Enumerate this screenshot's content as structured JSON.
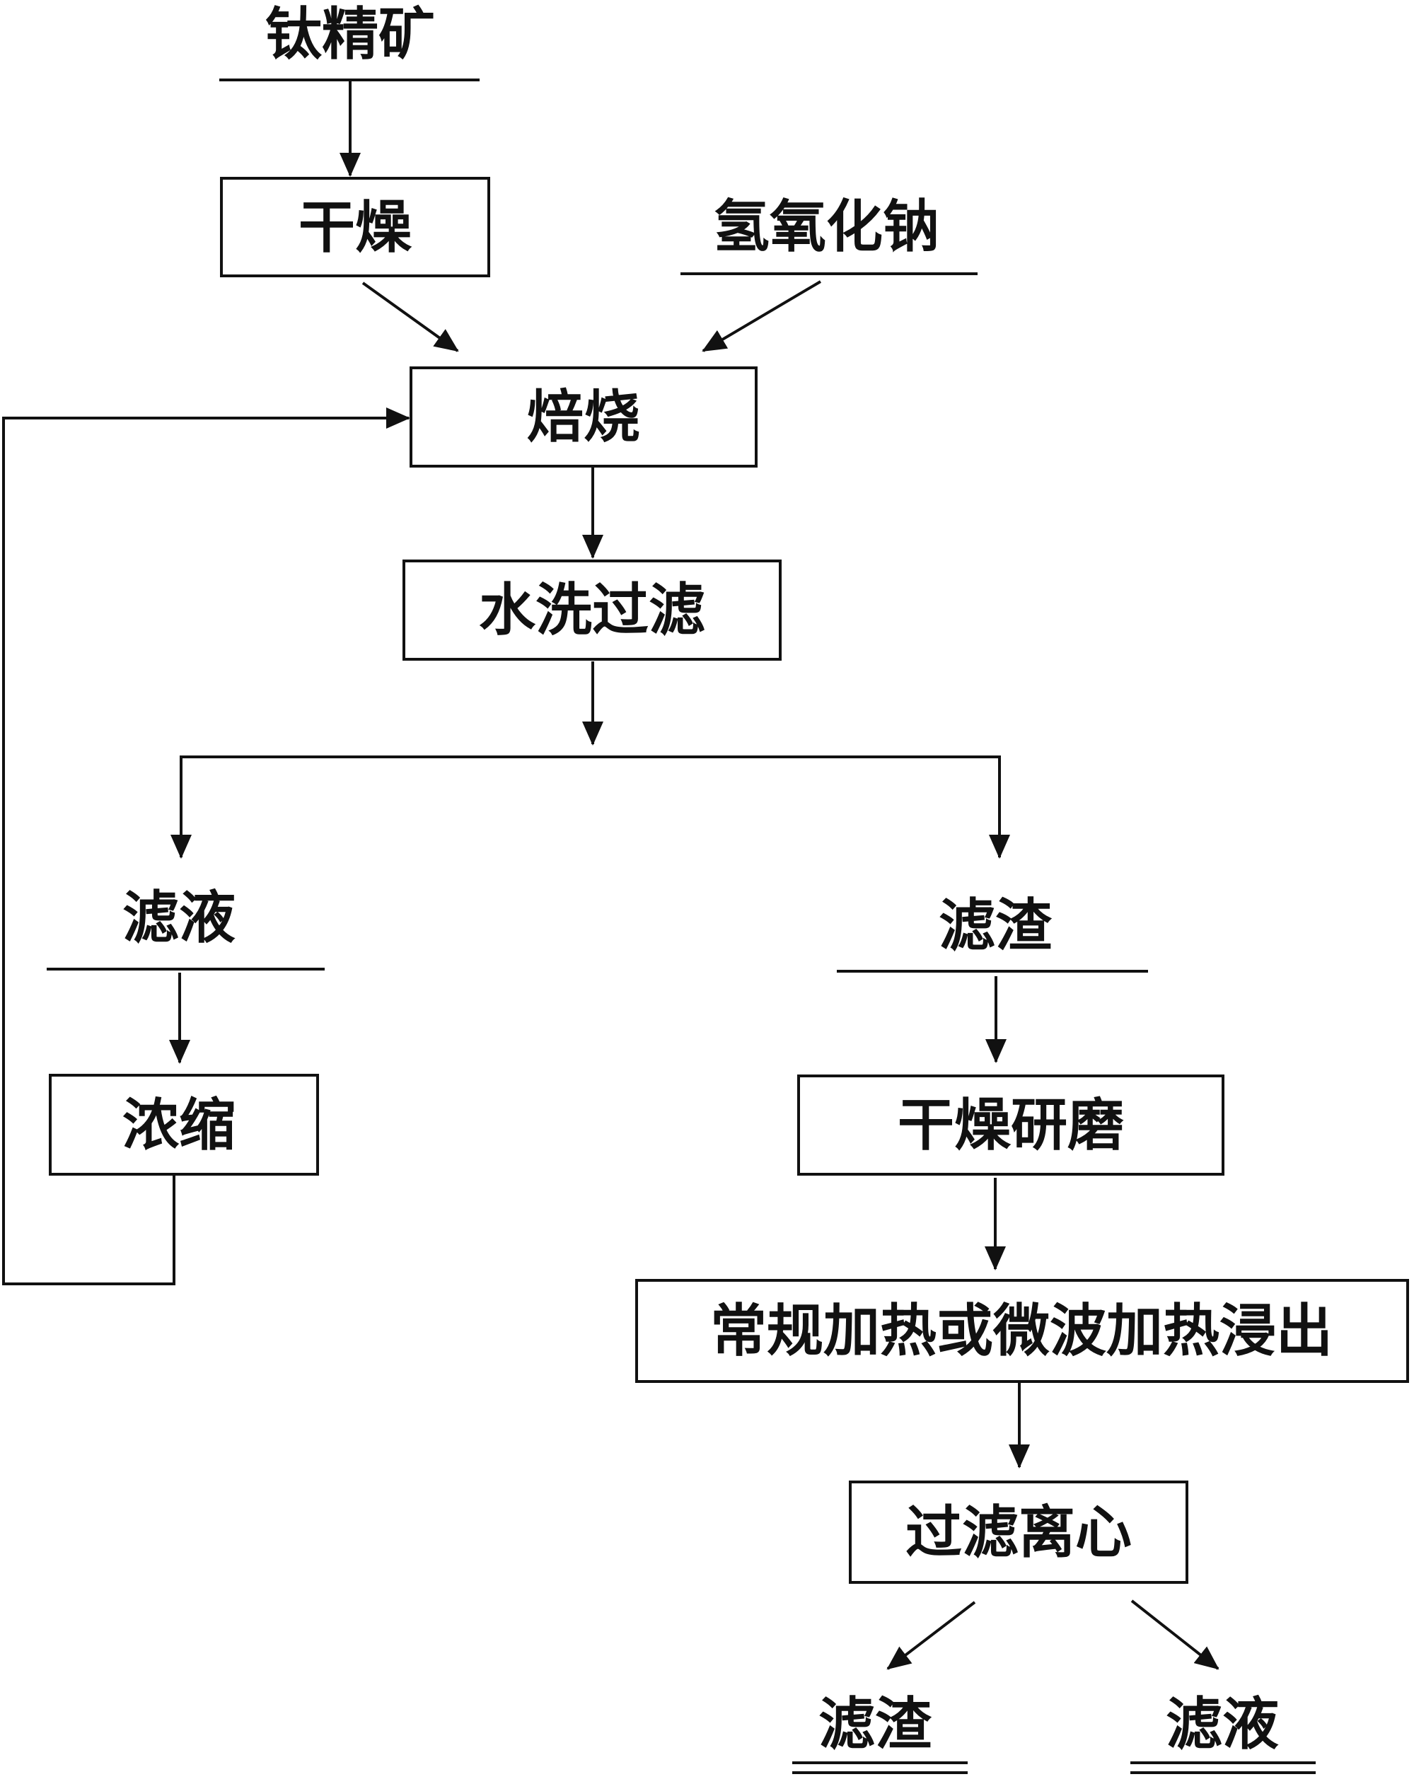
{
  "flowchart": {
    "raw_material": "钛精矿",
    "drying": "干燥",
    "reagent": "氢氧化钠",
    "roasting": "焙烧",
    "water_wash_filter": "水洗过滤",
    "filtrate_1": "滤液",
    "residue_1": "滤渣",
    "concentration": "浓缩",
    "dry_grinding": "干燥研磨",
    "leaching": "常规加热或微波加热浸出",
    "filter_centrifuge": "过滤离心",
    "residue_final": "滤渣",
    "filtrate_final": "滤液"
  }
}
